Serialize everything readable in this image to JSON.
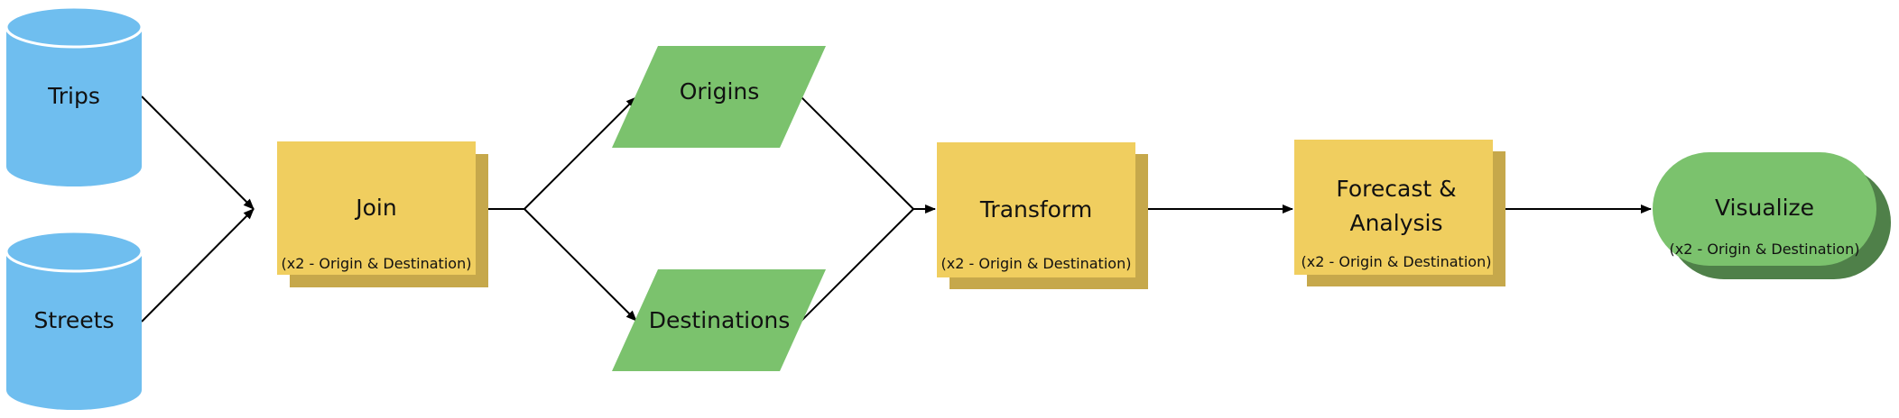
{
  "colors": {
    "datastore": "#6fbeef",
    "datastore_top": "#6fbeef",
    "process": "#f0ce5f",
    "process_shadow": "#c6a84b",
    "io": "#7bc26d",
    "terminal": "#7bc26d",
    "terminal_shadow": "#4f8049",
    "edge": "#000000"
  },
  "nodes": {
    "trips": {
      "label": "Trips",
      "shape": "cylinder"
    },
    "streets": {
      "label": "Streets",
      "shape": "cylinder"
    },
    "join": {
      "label": "Join",
      "sublabel": "(x2 - Origin & Destination)",
      "shape": "stacked-rectangle"
    },
    "origins": {
      "label": "Origins",
      "shape": "parallelogram"
    },
    "destinations": {
      "label": "Destinations",
      "shape": "parallelogram"
    },
    "transform": {
      "label": "Transform",
      "sublabel": "(x2 - Origin & Destination)",
      "shape": "stacked-rectangle"
    },
    "forecast": {
      "label_line1": "Forecast &",
      "label_line2": "Analysis",
      "sublabel": "(x2 - Origin & Destination)",
      "shape": "stacked-rectangle"
    },
    "visualize": {
      "label": "Visualize",
      "sublabel": "(x2 - Origin & Destination)",
      "shape": "stadium"
    }
  },
  "edges": [
    {
      "from": "trips",
      "to": "join"
    },
    {
      "from": "streets",
      "to": "join"
    },
    {
      "from": "join",
      "to": "origins"
    },
    {
      "from": "join",
      "to": "destinations"
    },
    {
      "from": "origins",
      "to": "transform"
    },
    {
      "from": "destinations",
      "to": "transform"
    },
    {
      "from": "transform",
      "to": "forecast"
    },
    {
      "from": "forecast",
      "to": "visualize"
    }
  ]
}
